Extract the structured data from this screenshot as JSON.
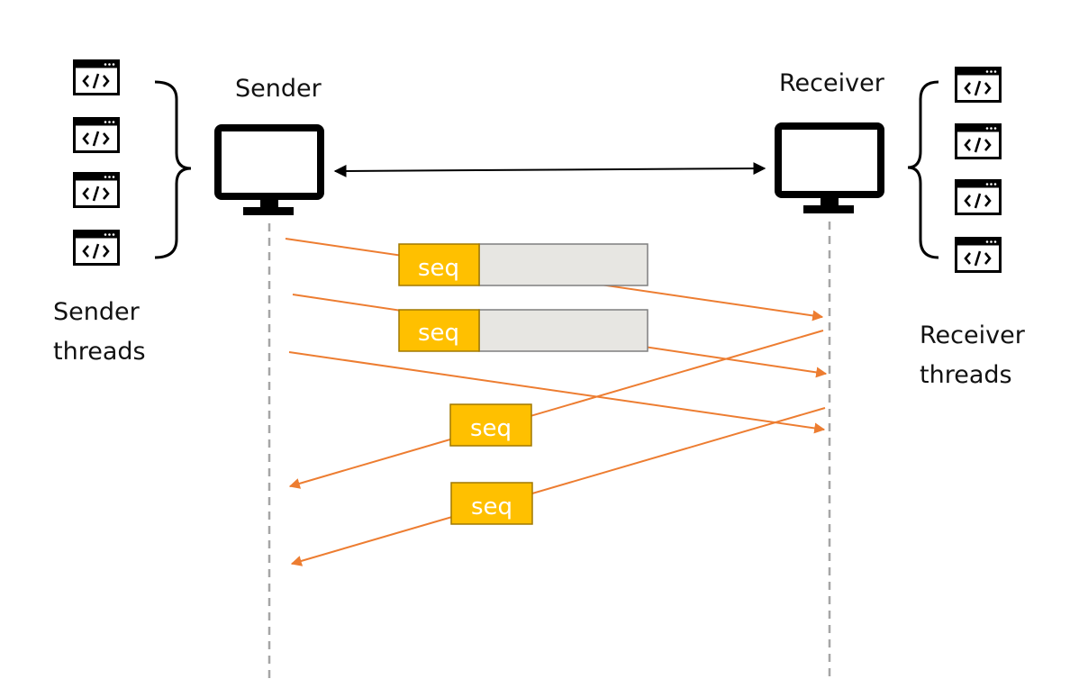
{
  "sender": {
    "title": "Sender",
    "threads_label": [
      "Sender",
      "threads"
    ]
  },
  "receiver": {
    "title": "Receiver",
    "threads_label": [
      "Receiver",
      "threads"
    ]
  },
  "message_label": "seq",
  "colors": {
    "arrow": "#ED7D31",
    "seq_fill": "#FFC000",
    "seq_border": "#C09000",
    "payload_fill": "#E7E6E2",
    "payload_border": "#7F7F7F",
    "lifeline": "#A6A6A6",
    "icon": "#000000"
  },
  "icons": {
    "thread": "code-window-icon",
    "host": "monitor-icon"
  }
}
